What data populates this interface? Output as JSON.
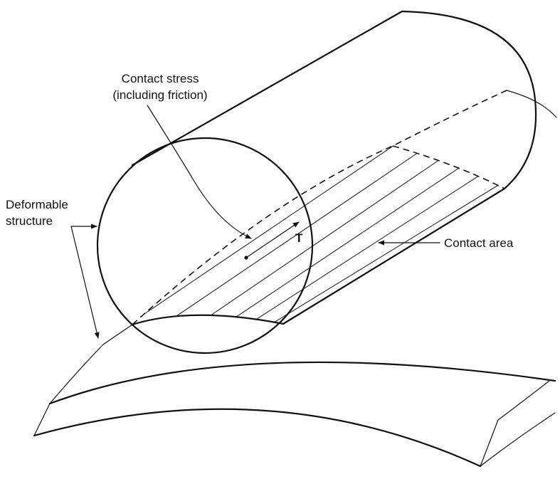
{
  "labels": {
    "contact_stress_line1": "Contact stress",
    "contact_stress_line2": "(including friction)",
    "deformable_line1": "Deformable",
    "deformable_line2": "structure",
    "contact_area": "Contact area",
    "traction_symbol": "T"
  },
  "colors": {
    "ink": "#111111",
    "background": "#ffffff"
  }
}
